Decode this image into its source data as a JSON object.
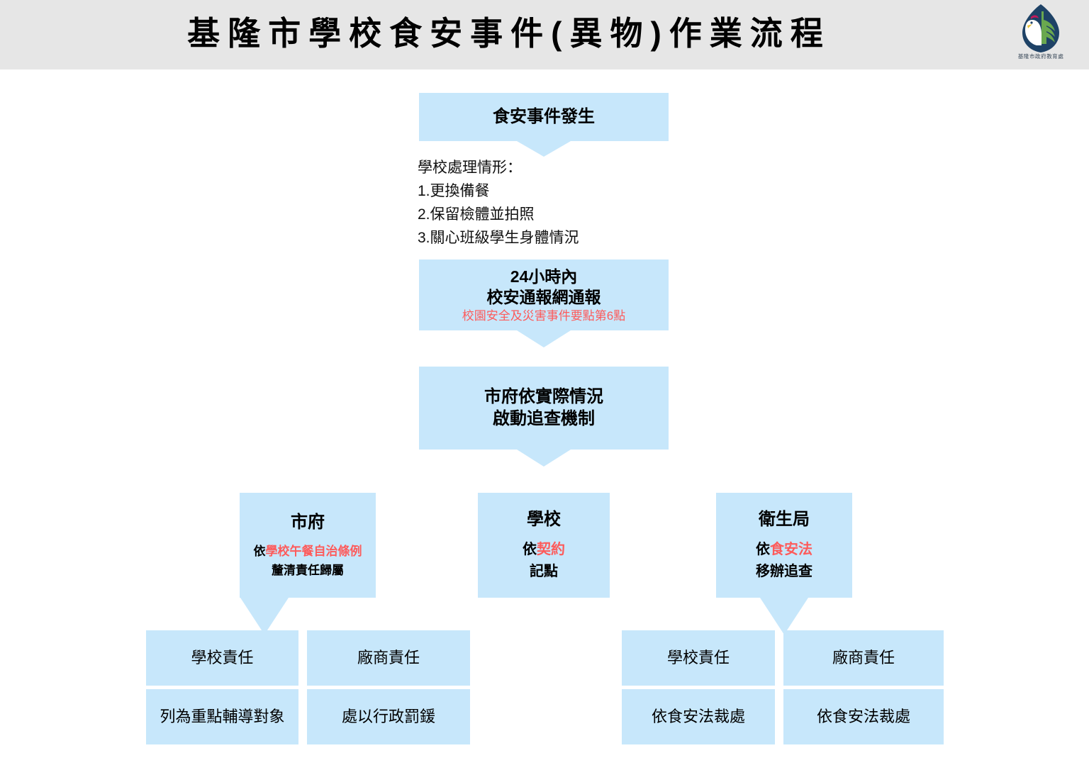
{
  "header": {
    "title": "基隆市學校食安事件(異物)作業流程",
    "logo_caption": "基隆市政府教育處",
    "logo_icon": "keelung-education-bureau-logo",
    "bg_color": "#e6e6e6"
  },
  "theme": {
    "box_fill": "#c7e7fb",
    "text_color": "#000000",
    "accent_red": "#fd5b5b"
  },
  "flow": {
    "incident": {
      "title": "食安事件發生"
    },
    "school_actions": {
      "heading": "學校處理情形：",
      "items": [
        "1.更換備餐",
        "2.保留檢體並拍照",
        "3.關心班級學生身體情況"
      ]
    },
    "report": {
      "line1": "24小時內",
      "line2": "校安通報網通報",
      "note": "校園安全及災害事件要點第6點"
    },
    "trace": {
      "line1": "市府依實際情況",
      "line2": "啟動追查機制"
    },
    "branches": [
      {
        "title": "市府",
        "basis_prefix": "依",
        "basis_law": "學校午餐自治條例",
        "action": "釐清責任歸屬"
      },
      {
        "title": "學校",
        "basis_prefix": "依",
        "basis_law": "契約",
        "action": "記點"
      },
      {
        "title": "衛生局",
        "basis_prefix": "依",
        "basis_law": "食安法",
        "action": "移辦追查"
      }
    ],
    "outcomes_left": [
      {
        "party": "學校責任",
        "measure": "列為重點輔導對象"
      },
      {
        "party": "廠商責任",
        "measure": "處以行政罰鍰"
      }
    ],
    "outcomes_right": [
      {
        "party": "學校責任",
        "measure": "依食安法裁處"
      },
      {
        "party": "廠商責任",
        "measure": "依食安法裁處"
      }
    ]
  }
}
